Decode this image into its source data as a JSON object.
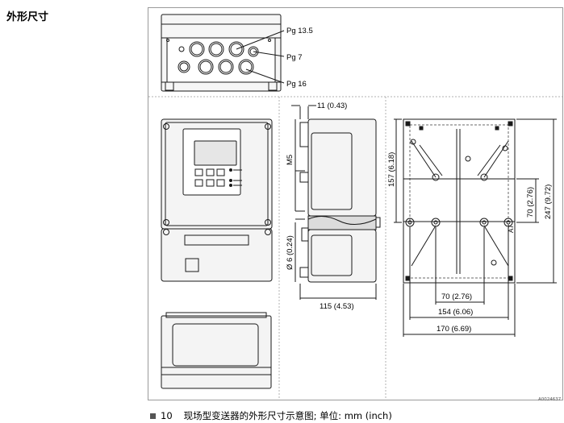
{
  "section_title": "外形尺寸",
  "figure": {
    "number": "10",
    "caption": "现场型变送器的外形尺寸示意图; 单位: mm (inch)",
    "code": "A0024637"
  },
  "labels": {
    "pg135": "Pg 13.5",
    "pg7": "Pg 7",
    "pg16": "Pg 16",
    "d11": "11 (0.43)",
    "m5": "M5",
    "d6": "Ø 6 (0.24)",
    "d115": "115 (4.53)",
    "d157": "157 (6.18)",
    "d70v": "70 (2.76)",
    "d247": "247 (9.72)",
    "d70h": "70 (2.76)",
    "d154": "154 (6.06)",
    "d170": "170 (6.69)",
    "a7": "A7"
  },
  "colors": {
    "line": "#1a1a1a",
    "panel_fill": "#f2f2f2",
    "frame": "#9a9a9a",
    "dash": "#b0b0b0"
  }
}
